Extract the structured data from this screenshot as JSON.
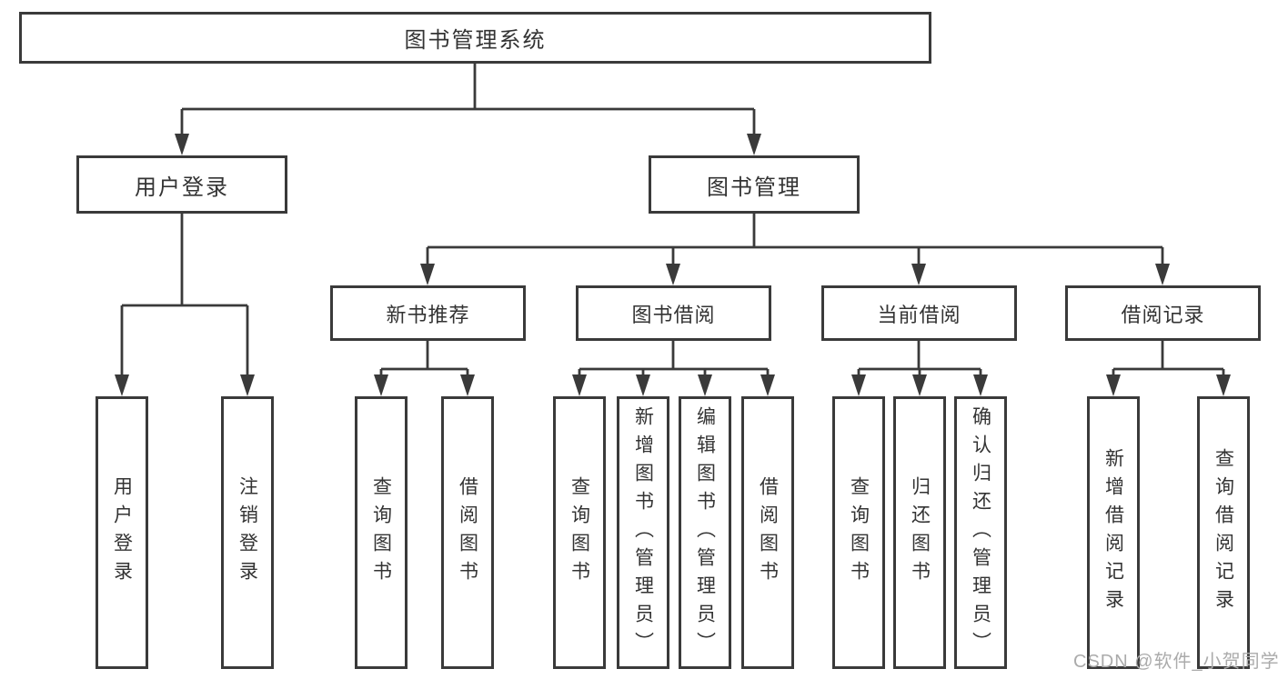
{
  "diagram": {
    "root": {
      "label": "图书管理系统"
    },
    "level2": [
      {
        "label": "用户登录"
      },
      {
        "label": "图书管理"
      }
    ],
    "level3": [
      {
        "label": "新书推荐"
      },
      {
        "label": "图书借阅"
      },
      {
        "label": "当前借阅"
      },
      {
        "label": "借阅记录"
      }
    ],
    "leaves": {
      "user_login": [
        "用户登录",
        "注销登录"
      ],
      "new_book_recommend": [
        "查询图书",
        "借阅图书"
      ],
      "book_borrow": [
        "查询图书",
        "新增图书（管理员）",
        "编辑图书（管理员）",
        "借阅图书"
      ],
      "current_borrow": [
        "查询图书",
        "归还图书",
        "确认归还（管理员）"
      ],
      "borrow_records": [
        "新增借阅记录",
        "查询借阅记录"
      ]
    }
  },
  "watermark": {
    "text": "CSDN @软件_小贺同学"
  },
  "colors": {
    "line": "#3a3a3a",
    "border": "#3a3a3a",
    "text": "#333333",
    "watermark": "#ababab",
    "background": "#ffffff"
  }
}
